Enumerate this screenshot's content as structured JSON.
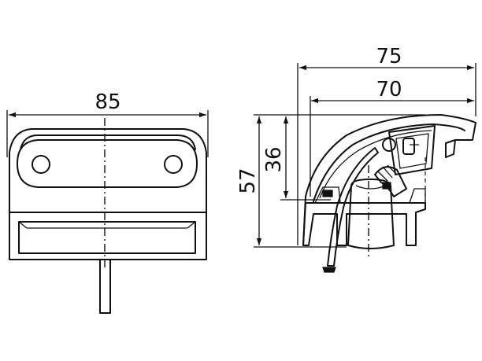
{
  "dimensions": {
    "front_width": "85",
    "side_depth_total": "75",
    "side_depth_inner": "70",
    "side_height_total": "57",
    "side_height_upper": "36"
  }
}
